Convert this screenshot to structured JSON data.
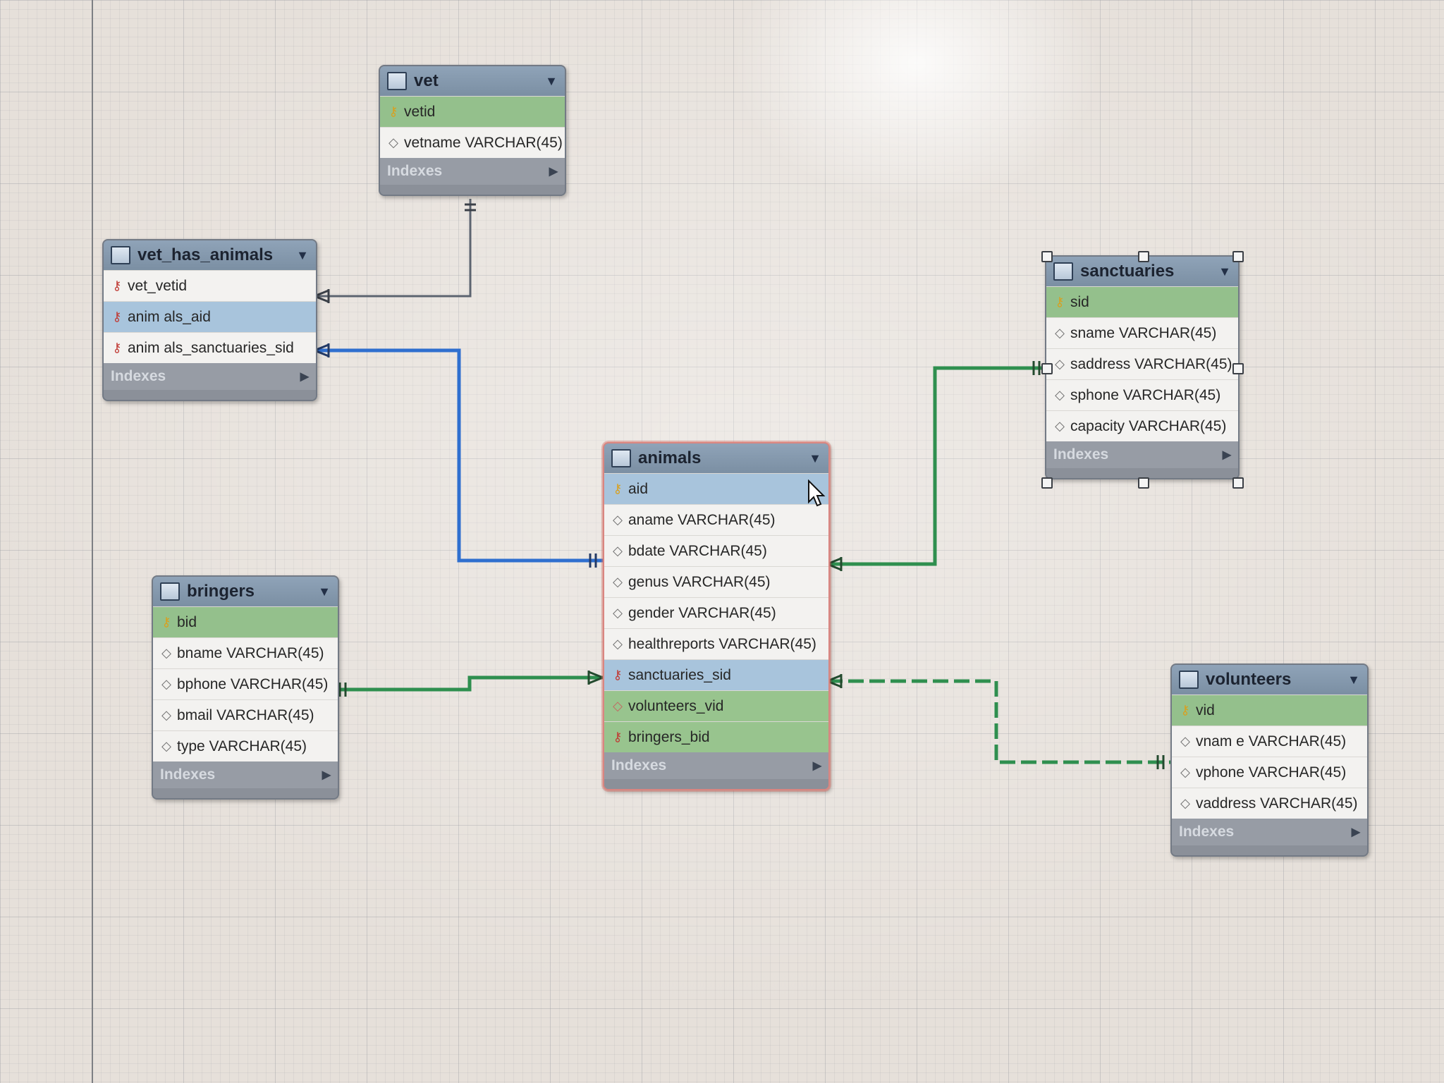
{
  "diagram": {
    "tables": {
      "vet": {
        "title": "vet",
        "columns": [
          {
            "name": "vetid",
            "kind": "pk"
          },
          {
            "name": "vetname VARCHAR(45)",
            "kind": "attr"
          }
        ],
        "indexes_label": "Indexes"
      },
      "vet_has_animals": {
        "title": "vet_has_animals",
        "columns": [
          {
            "name": "vet_vetid",
            "kind": "fk"
          },
          {
            "name": "anim als_aid",
            "kind": "fk"
          },
          {
            "name": "anim als_sanctuaries_sid",
            "kind": "fk"
          }
        ],
        "indexes_label": "Indexes"
      },
      "sanctuaries": {
        "title": "sanctuaries",
        "columns": [
          {
            "name": "sid",
            "kind": "pk"
          },
          {
            "name": "sname VARCHAR(45)",
            "kind": "attr"
          },
          {
            "name": "saddress VARCHAR(45)",
            "kind": "attr"
          },
          {
            "name": "sphone VARCHAR(45)",
            "kind": "attr"
          },
          {
            "name": "capacity VARCHAR(45)",
            "kind": "attr"
          }
        ],
        "indexes_label": "Indexes"
      },
      "animals": {
        "title": "animals",
        "columns": [
          {
            "name": "aid",
            "kind": "pk"
          },
          {
            "name": "aname VARCHAR(45)",
            "kind": "attr"
          },
          {
            "name": "bdate VARCHAR(45)",
            "kind": "attr"
          },
          {
            "name": "genus VARCHAR(45)",
            "kind": "attr"
          },
          {
            "name": "gender VARCHAR(45)",
            "kind": "attr"
          },
          {
            "name": "healthreports VARCHAR(45)",
            "kind": "attr"
          },
          {
            "name": "sanctuaries_sid",
            "kind": "fk"
          },
          {
            "name": "volunteers_vid",
            "kind": "fk-attr"
          },
          {
            "name": "bringers_bid",
            "kind": "fk"
          }
        ],
        "indexes_label": "Indexes"
      },
      "bringers": {
        "title": "bringers",
        "columns": [
          {
            "name": "bid",
            "kind": "pk"
          },
          {
            "name": "bname VARCHAR(45)",
            "kind": "attr"
          },
          {
            "name": "bphone VARCHAR(45)",
            "kind": "attr"
          },
          {
            "name": "bmail VARCHAR(45)",
            "kind": "attr"
          },
          {
            "name": "type VARCHAR(45)",
            "kind": "attr"
          }
        ],
        "indexes_label": "Indexes"
      },
      "volunteers": {
        "title": "volunteers",
        "columns": [
          {
            "name": "vid",
            "kind": "pk"
          },
          {
            "name": "vnam e VARCHAR(45)",
            "kind": "attr"
          },
          {
            "name": "vphone VARCHAR(45)",
            "kind": "attr"
          },
          {
            "name": "vaddress VARCHAR(45)",
            "kind": "attr"
          }
        ],
        "indexes_label": "Indexes"
      }
    },
    "relationships": [
      {
        "from": "vet",
        "to": "vet_has_animals",
        "style": "solid",
        "color": "#5c6470"
      },
      {
        "from": "animals",
        "to": "vet_has_animals",
        "style": "solid",
        "color": "#2f6fcf"
      },
      {
        "from": "sanctuaries",
        "to": "animals",
        "style": "solid",
        "color": "#2f8f4f"
      },
      {
        "from": "bringers",
        "to": "animals",
        "style": "solid",
        "color": "#2f8f4f"
      },
      {
        "from": "volunteers",
        "to": "animals",
        "style": "dashed",
        "color": "#2f8f4f"
      }
    ],
    "colors": {
      "header": "#7b8fa3",
      "row": "#f3f2f0",
      "pk_row": "#94c08c",
      "highlight_row": "#a8c4dc",
      "indexes_bar": "#979ca5",
      "selection": "#d98580"
    },
    "icons": {
      "table": "table-icon",
      "primary_key": "key-icon",
      "foreign_key": "foreign-key-icon",
      "column": "diamond-icon",
      "collapse": "triangle-down-icon",
      "expand_indexes": "triangle-right-icon"
    }
  }
}
